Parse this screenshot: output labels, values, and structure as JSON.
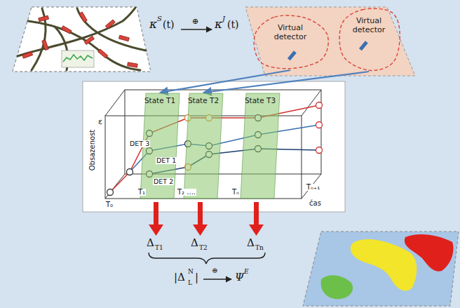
{
  "diagram": {
    "nodes": [
      {
        "text": [
          "State T1"
        ]
      },
      {
        "text": [
          "State T2"
        ]
      },
      {
        "text": [
          "State T3"
        ]
      },
      {
        "text": [
          "Virtual detector"
        ]
      },
      {
        "text": [
          "Virtual detector"
        ]
      }
    ],
    "edges": [
      {
        "from": 3,
        "to": 0,
        "arrow": "to"
      },
      {
        "from": 4,
        "to": 1,
        "arrow": "to"
      }
    ],
    "labels": [
      "κ",
      "S",
      "(t)",
      "⊕",
      "κ",
      "J",
      "(t)",
      "Obsazenost",
      "ε",
      "DET 3",
      "DET 1",
      "DET 2",
      "T₀",
      "T₁",
      "T₂ ....",
      "Tₙ",
      "Tₙ₊₁",
      "čas",
      "Δ",
      "T1",
      "Δ",
      "T2",
      "Δ",
      "Tn",
      "|Δ",
      "L",
      "N",
      "|",
      "⊕",
      "Ψ",
      "E"
    ]
  }
}
